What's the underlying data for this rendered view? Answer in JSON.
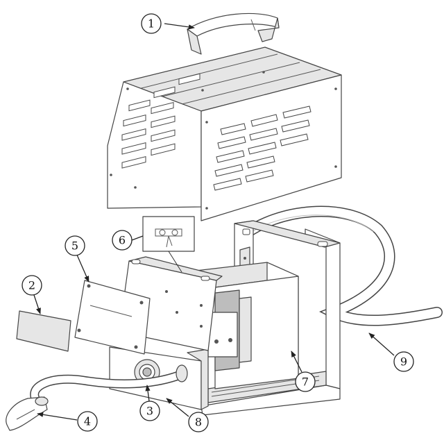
{
  "callouts": [
    {
      "number": "1"
    },
    {
      "number": "2"
    },
    {
      "number": "3"
    },
    {
      "number": "4"
    },
    {
      "number": "5"
    },
    {
      "number": "6"
    },
    {
      "number": "7"
    },
    {
      "number": "8"
    },
    {
      "number": "9"
    }
  ]
}
